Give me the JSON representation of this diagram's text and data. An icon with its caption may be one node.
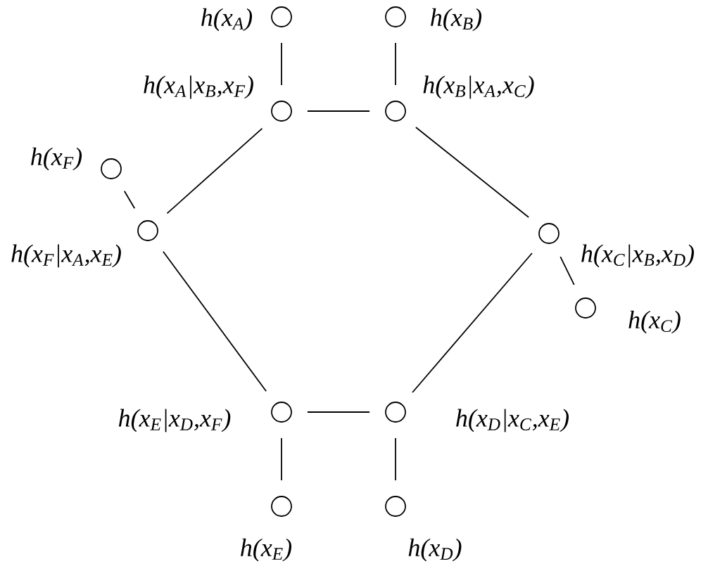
{
  "diagram": {
    "nodes": [
      {
        "text": [],
        "shape": "circle",
        "beside": [
          "h(x$_{A}$)"
        ]
      },
      {
        "text": [],
        "shape": "circle",
        "beside": [
          "h(x$_{B}$)"
        ]
      },
      {
        "text": [],
        "shape": "circle",
        "beside": [
          "h(x$_{A}$|x$_{B}$,x$_{F}$)"
        ]
      },
      {
        "text": [],
        "shape": "circle",
        "beside": [
          "h(x$_{B}$|x$_{A}$,x$_{C}$)"
        ]
      },
      {
        "text": [],
        "shape": "circle",
        "beside": [
          "h(x$_{F}$)"
        ]
      },
      {
        "text": [],
        "shape": "circle",
        "beside": [
          "h(x$_{F}$|x$_{A}$,x$_{E}$)"
        ]
      },
      {
        "text": [],
        "shape": "circle",
        "beside": [
          "h(x$_{C}$|x$_{B}$,x$_{D}$)"
        ]
      },
      {
        "text": [],
        "shape": "circle",
        "beside": [
          "h(x$_{C}$)"
        ]
      },
      {
        "text": [],
        "shape": "circle",
        "beside": [
          "h(x$_{E}$|x$_{D}$,x$_{F}$)"
        ]
      },
      {
        "text": [],
        "shape": "circle",
        "beside": [
          "h(x$_{D}$|x$_{C}$,x$_{E}$)"
        ]
      },
      {
        "text": [],
        "shape": "circle",
        "beside": [
          "h(x$_{E}$)"
        ]
      },
      {
        "text": [],
        "shape": "circle",
        "beside": [
          "h(x$_{D}$)"
        ]
      }
    ],
    "edges": [
      {
        "from": 0,
        "to": 2,
        "arrow": "none"
      },
      {
        "from": 1,
        "to": 3,
        "arrow": "none"
      },
      {
        "from": 2,
        "to": 3,
        "arrow": "none"
      },
      {
        "from": 2,
        "to": 5,
        "arrow": "none"
      },
      {
        "from": 3,
        "to": 6,
        "arrow": "none"
      },
      {
        "from": 4,
        "to": 5,
        "arrow": "none"
      },
      {
        "from": 6,
        "to": 7,
        "arrow": "none"
      },
      {
        "from": 5,
        "to": 8,
        "arrow": "none"
      },
      {
        "from": 6,
        "to": 9,
        "arrow": "none"
      },
      {
        "from": 8,
        "to": 9,
        "arrow": "none"
      },
      {
        "from": 8,
        "to": 10,
        "arrow": "none"
      },
      {
        "from": 9,
        "to": 11,
        "arrow": "none"
      }
    ]
  }
}
